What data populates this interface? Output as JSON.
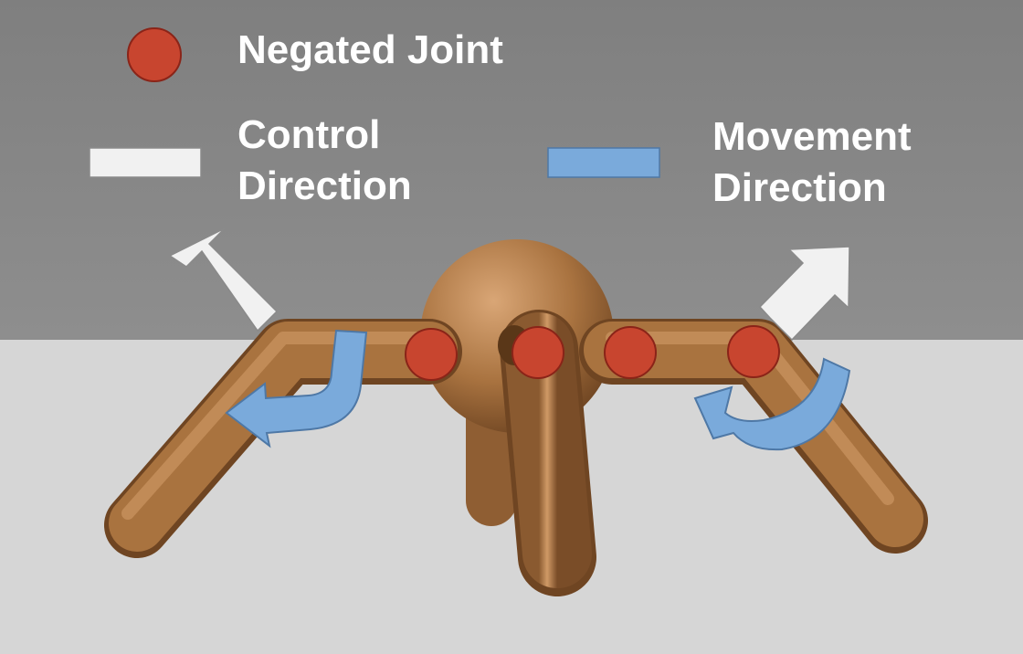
{
  "legend": {
    "negated_joint": {
      "label": "Negated Joint",
      "color": "#c8452f"
    },
    "control_direction": {
      "line1": "Control",
      "line2": "Direction",
      "color": "#f1f1f1"
    },
    "movement_direction": {
      "line1": "Movement",
      "line2": "Direction",
      "color": "#7aaadb"
    }
  },
  "colors": {
    "wall": "#878787",
    "floor": "#d6d6d6",
    "robot_body": "#b07a4a",
    "robot_dark": "#7a4f2a",
    "joint_outline": "#8a2418"
  }
}
